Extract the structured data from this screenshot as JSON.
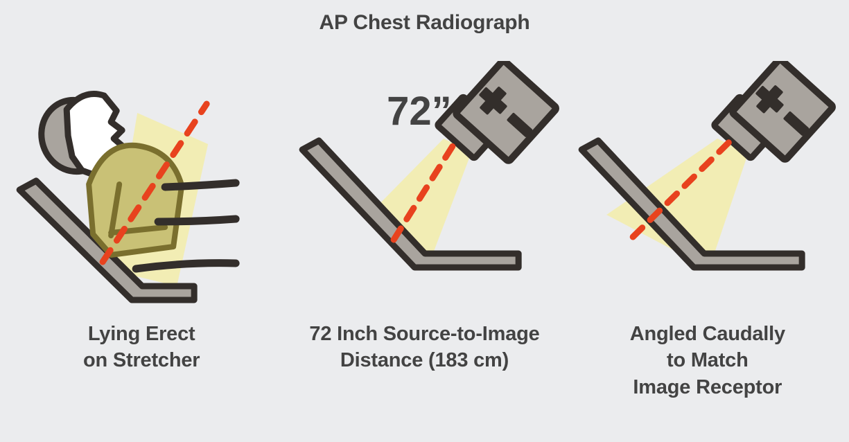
{
  "title": "AP Chest Radiograph",
  "colors": {
    "background": "#ebecee",
    "text": "#434343",
    "outline": "#332e2b",
    "equipment_gray": "#a9a49e",
    "beam_yellow": "#f2edb4",
    "center_ray_red": "#e8421e",
    "body_olive": "#c9c176",
    "body_outline_olive": "#7a6f2e",
    "face_white": "#ffffff",
    "pillow_gray": "#a9a49e"
  },
  "panels": [
    {
      "id": "lying-erect",
      "annotation": "",
      "caption_lines": [
        "Lying Erect",
        "on Stretcher"
      ],
      "icons": [
        "patient-figure",
        "stretcher",
        "xray-beam",
        "center-ray"
      ]
    },
    {
      "id": "source-to-image-distance",
      "annotation": "72”",
      "caption_lines": [
        "72 Inch Source-to-Image",
        "Distance (183 cm)"
      ],
      "icons": [
        "xray-tube-head",
        "collimator",
        "stretcher",
        "xray-beam",
        "center-ray"
      ]
    },
    {
      "id": "angled-caudally",
      "annotation": "",
      "caption_lines": [
        "Angled Caudally",
        "to Match",
        "Image Receptor"
      ],
      "icons": [
        "xray-tube-head",
        "collimator",
        "stretcher",
        "xray-beam",
        "center-ray"
      ]
    }
  ]
}
